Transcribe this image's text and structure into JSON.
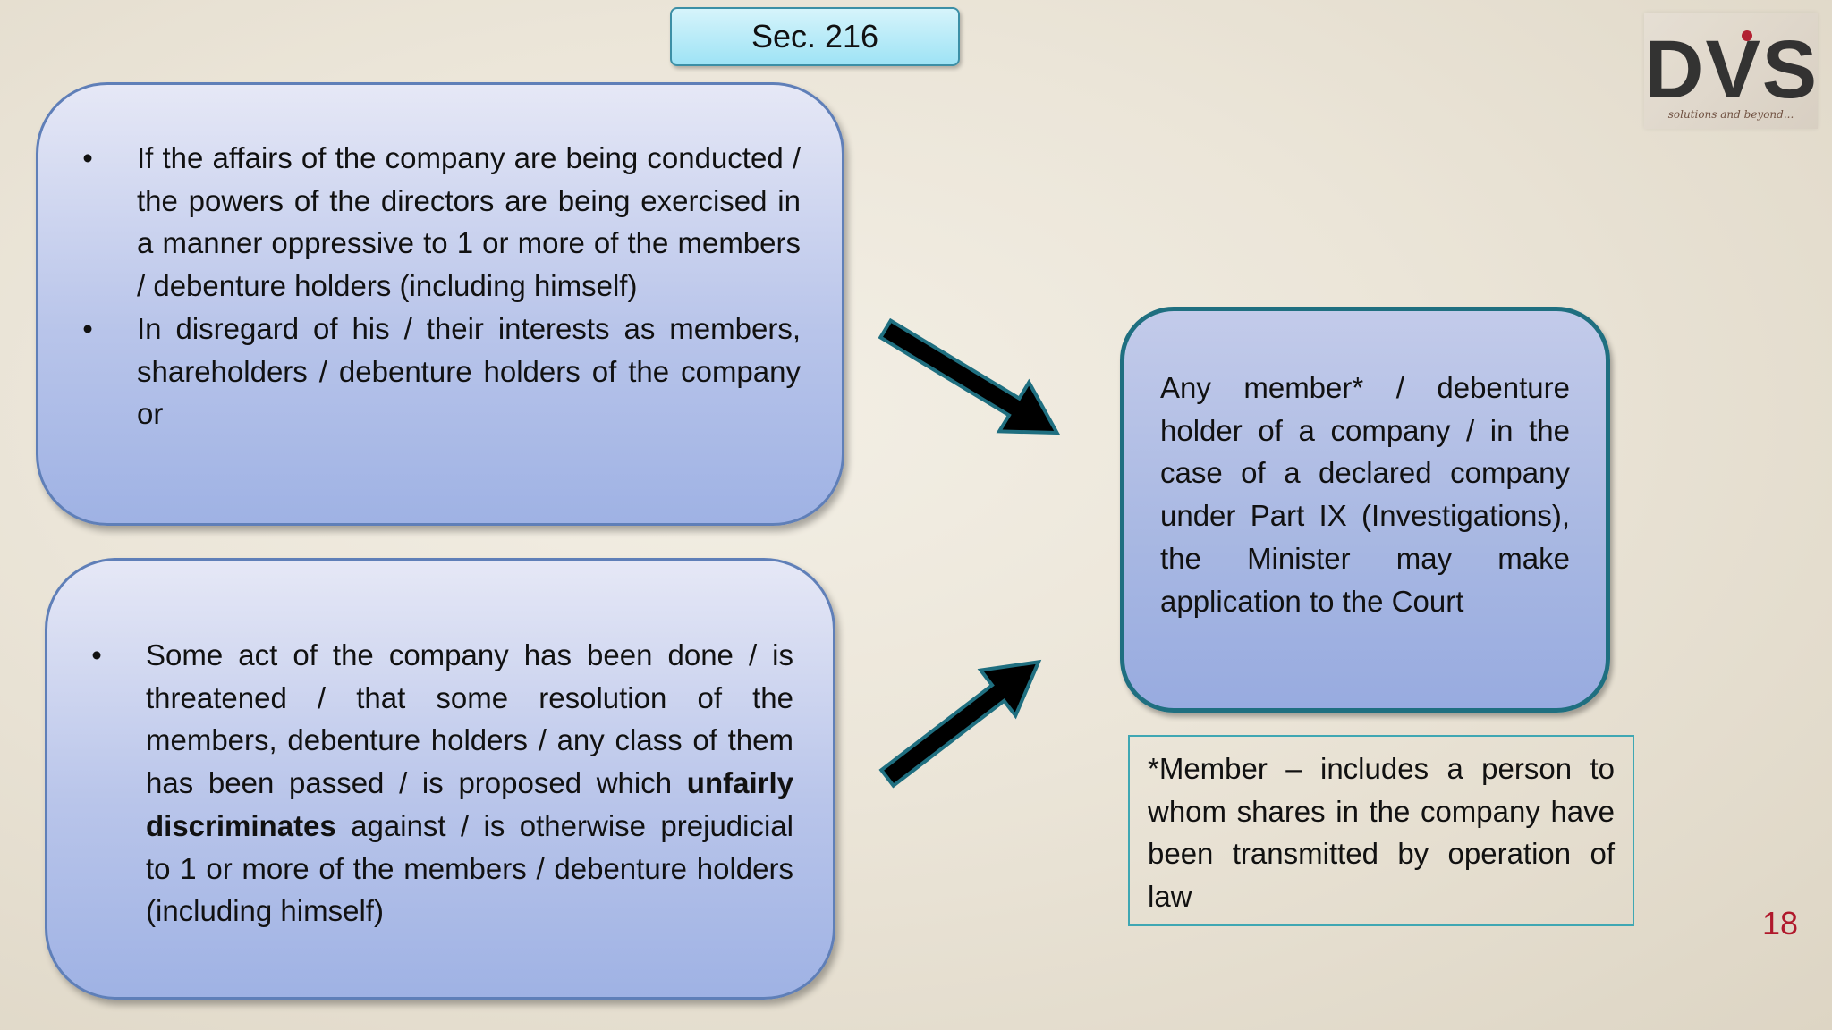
{
  "slide": {
    "section_title": "Sec. 216",
    "page_number": "18",
    "logo": {
      "text": "DVS",
      "tagline": "solutions and beyond..."
    }
  },
  "box1": {
    "items": [
      "If the affairs of the company are being conducted / the powers of the directors are being exercised in a manner oppressive to 1 or more of the members / debenture holders (including himself)",
      "In disregard of his / their interests as members, shareholders / debenture holders of the company or"
    ]
  },
  "box2": {
    "text_before": "Some act of the company has been done / is threatened / that some resolution of the members, debenture holders / any class of them has been passed / is proposed which",
    "bold_text": "unfairly discriminates",
    "text_after": "against / is otherwise prejudicial to 1 or more of the members / debenture holders (including himself)"
  },
  "box3": {
    "text": "Any member* / debenture holder of a company / in the case of a declared company under Part IX (Investigations), the Minister may make application to the Court"
  },
  "note": {
    "text": "*Member – includes a person to whom shares in the company have been transmitted by operation of law"
  },
  "colors": {
    "box_fill": "#b9c5ea",
    "box_border": "#5f7fb8",
    "box3_border": "#1f6f80",
    "title_fill": "#9ee3f5",
    "arrow_fill": "#000000",
    "arrow_outline": "#1f6f80",
    "page_number": "#b0182b"
  }
}
